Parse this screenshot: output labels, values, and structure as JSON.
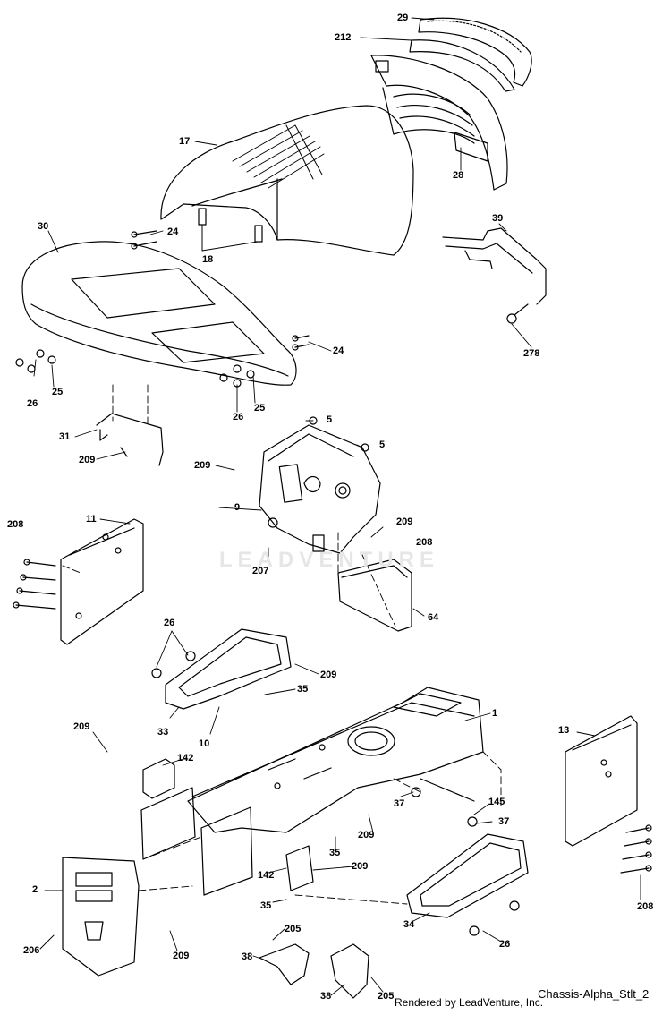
{
  "diagram": {
    "part_labels": [
      "29",
      "212",
      "17",
      "28",
      "30",
      "24",
      "18",
      "39",
      "278",
      "24",
      "25",
      "26",
      "26",
      "25",
      "5",
      "5",
      "31",
      "209",
      "209",
      "9",
      "209",
      "208",
      "11",
      "208",
      "207",
      "64",
      "26",
      "209",
      "35",
      "33",
      "10",
      "1",
      "209",
      "142",
      "13",
      "145",
      "37",
      "37",
      "209",
      "35",
      "142",
      "209",
      "2",
      "35",
      "34",
      "26",
      "208",
      "205",
      "206",
      "209",
      "38",
      "38",
      "205"
    ],
    "watermark": "LEADVENTURE",
    "footer_credit": "Rendered by LeadVenture, Inc.",
    "diagram_id": "Chassis-Alpha_Stlt_2"
  }
}
